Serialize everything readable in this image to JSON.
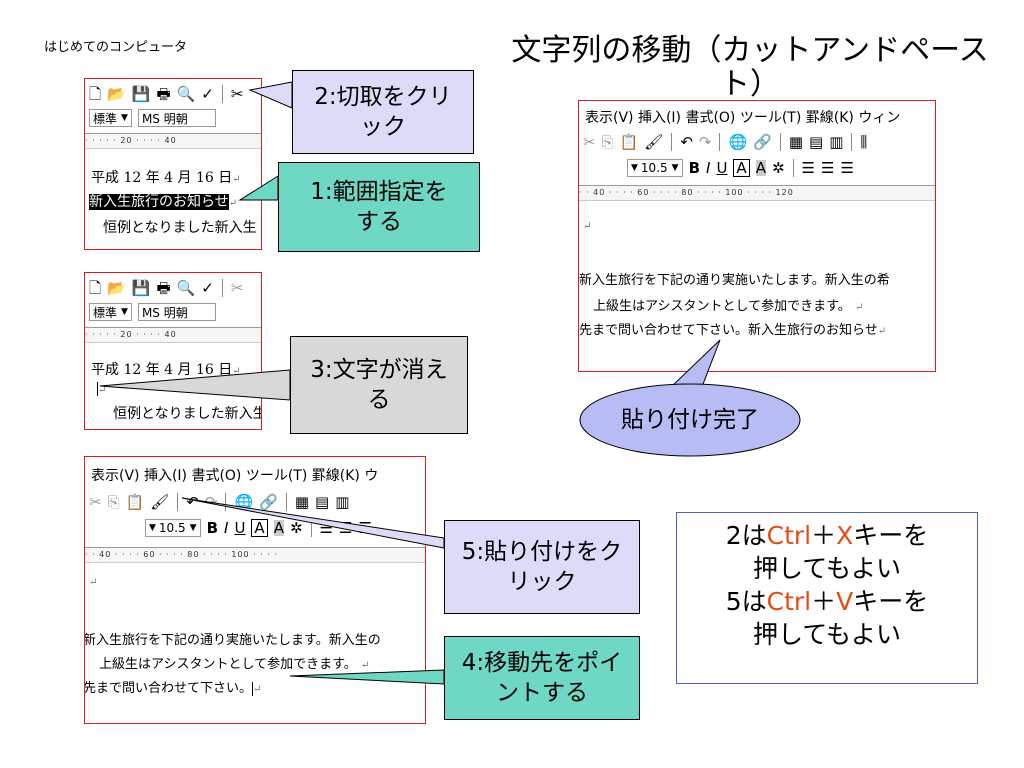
{
  "header": "はじめてのコンピュータ",
  "title": "文字列の移動（カットアンドペースト）",
  "shot1": {
    "style_combo": "標準",
    "font_combo": "MS 明朝",
    "ruler": "·  ·  ·  ·  ·  20  ·  ·  ·  ·  40",
    "line1": "平成 12 年 4 月 16 日",
    "line2": "新入生旅行のお知らせ",
    "line3": "恒例となりました新入生"
  },
  "shot2": {
    "style_combo": "標準",
    "font_combo": "MS 明朝",
    "ruler": "·  ·  ·  ·  ·  20  ·  ·  ·  ·  40",
    "line1": "平成 12 年 4 月 16 日",
    "line3": "恒例となりました新入生"
  },
  "shot3": {
    "menu": "表示(V)  挿入(I)  書式(O)  ツール(T)  罫線(K)  ウ",
    "size_combo": "10.5",
    "ruler": "· · 40 · · · · 60 · · · · 80 · · · · 100 · · · ·",
    "line1": "新入生旅行を下記の通り実施いたします。新入生の",
    "line2": "上級生はアシスタントとして参加できます。",
    "line3": "先まで問い合わせて下さい。"
  },
  "shot4": {
    "menu": "表示(V)  挿入(I)  書式(O)  ツール(T)  罫線(K)  ウィン",
    "size_combo": "10.5",
    "ruler": "· · 40 · · · · 60 · · · · 80 · · · · 100 · · · · 120",
    "line1": "新入生旅行を下記の通り実施いたします。新入生の希",
    "line2": "上級生はアシスタントとして参加できます。",
    "line3": "先まで問い合わせて下さい。新入生旅行のお知らせ"
  },
  "callouts": {
    "c1": "1:範囲指定をする",
    "c2": "2:切取をクリック",
    "c3": "3:文字が消える",
    "c4": "4:移動先をポイントする",
    "c5": "5:貼り付けをクリック",
    "done": "貼り付け完了"
  },
  "info": {
    "l1a": "2は",
    "l1b": "Ctrl",
    "l1c": "＋",
    "l1d": "X",
    "l1e": "キーを",
    "l2": "押してもよい",
    "l3a": "5は",
    "l3b": "Ctrl",
    "l3c": "＋",
    "l3d": "V",
    "l3e": "キーを",
    "l4": "押してもよい"
  },
  "colors": {
    "callout_blue": "#dcdcf8",
    "callout_teal": "#6ed8c4",
    "callout_gray": "#d8d8d8",
    "ellipse": "#b8bcf4",
    "accent_red": "#e64b17"
  }
}
